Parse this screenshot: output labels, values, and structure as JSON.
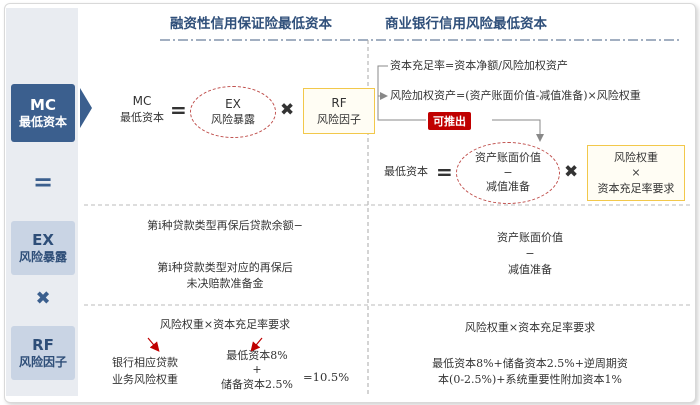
{
  "sidebar": {
    "items": [
      {
        "en": "MC",
        "cn": "最低资本"
      },
      {
        "en": "EX",
        "cn": "风险暴露"
      },
      {
        "en": "RF",
        "cn": "风险因子"
      }
    ],
    "equals_symbol": "=",
    "times_symbol": "✖"
  },
  "left": {
    "title": "融资性信用保证险最低资本",
    "formula": {
      "mc_en": "MC",
      "mc_cn": "最低资本",
      "equals": "=",
      "ex_en": "EX",
      "ex_cn": "风险暴露",
      "times": "✖",
      "rf_en": "RF",
      "rf_cn": "风险因子"
    },
    "ex_line1": "第i种贷款类型再保后贷款余额−",
    "ex_line2": "第i种贷款类型对应的再保后",
    "ex_line3": "未决赔款准备金",
    "rf_header": "风险权重×资本充足率要求",
    "rf_left_line1": "银行相应贷款",
    "rf_left_line2": "业务风险权重",
    "rf_mid_line1": "最低资本8%",
    "rf_mid_line2": "+",
    "rf_mid_line3": "储备资本2.5%",
    "rf_result": "=10.5%"
  },
  "right": {
    "title": "商业银行信用风险最低资本",
    "line1": "资本充足率=资本净额/风险加权资产",
    "line2": "风险加权资产=(资产账面价值-减值准备)×风险权重",
    "derive": "可推出",
    "mc_label": "最低资本",
    "equals": "=",
    "ellipse_line1": "资产账面价值",
    "ellipse_line2": "−",
    "ellipse_line3": "减值准备",
    "times": "✖",
    "box_line1": "风险权重",
    "box_line2": "×",
    "box_line3": "资本充足率要求",
    "ex_line1": "资产账面价值",
    "ex_line2": "−",
    "ex_line3": "减值准备",
    "rf_header": "风险权重×资本充足率要求",
    "rf_detail1": "最低资本8%+储备资本2.5%+逆周期资",
    "rf_detail2": "本(0-2.5%)+系统重要性附加资本1%"
  },
  "colors": {
    "primary_blue": "#3b5f8e",
    "light_blue": "#c9d4e4",
    "dashed_red": "#c0504d",
    "derive_red": "#c00000",
    "box_yellow": "#f2c84b"
  }
}
